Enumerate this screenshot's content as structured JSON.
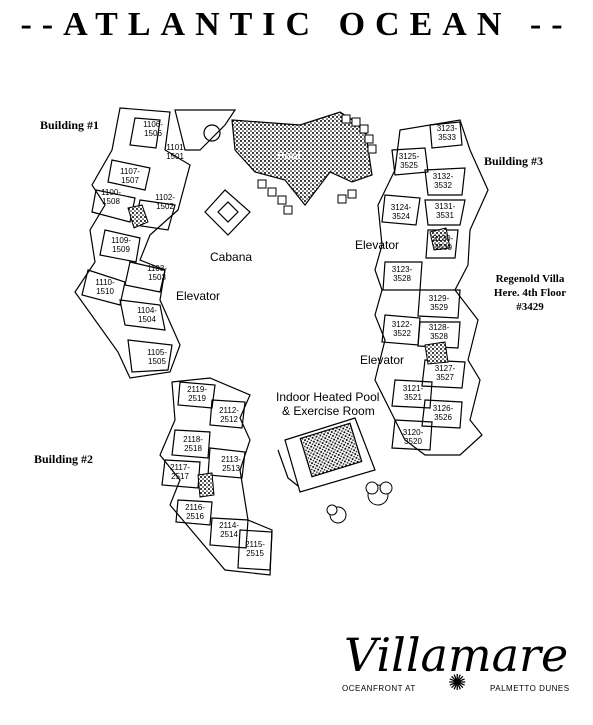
{
  "title": "--ATLANTIC OCEAN --",
  "buildings": {
    "b1": "Building #1",
    "b2": "Building #2",
    "b3": "Building #3"
  },
  "areas": {
    "pool": "Pool",
    "cabana": "Cabana",
    "elevator_left": "Elevator",
    "elevator_right_top": "Elevator",
    "elevator_right_bottom": "Elevator",
    "indoor_pool_line1": "Indoor Heated Pool",
    "indoor_pool_line2": "& Exercise Room"
  },
  "note": {
    "line1": "Regenold Villa",
    "line2": "Here. 4th Floor",
    "line3": "#3429"
  },
  "units": [
    [
      "1106-",
      "1506"
    ],
    [
      "1101",
      "1501"
    ],
    [
      "1107-",
      "1507"
    ],
    [
      "1100-",
      "1508"
    ],
    [
      "1102-",
      "1502"
    ],
    [
      "1109-",
      "1509"
    ],
    [
      "1103-",
      "1503"
    ],
    [
      "1110-",
      "1510"
    ],
    [
      "1104-",
      "1504"
    ],
    [
      "1105-",
      "1505"
    ],
    [
      "2119-",
      "2519"
    ],
    [
      "2112-",
      "2512"
    ],
    [
      "2118-",
      "2518"
    ],
    [
      "2113-",
      "2513"
    ],
    [
      "2117-",
      "2517"
    ],
    [
      "2116-",
      "2516"
    ],
    [
      "2114-",
      "2514"
    ],
    [
      "2115-",
      "2515"
    ],
    [
      "3123-",
      "3533"
    ],
    [
      "3125-",
      "3525"
    ],
    [
      "3132-",
      "3532"
    ],
    [
      "3131-",
      "3531"
    ],
    [
      "3124-",
      "3524"
    ],
    [
      "3130-",
      "3530"
    ],
    [
      "3123-",
      "3528"
    ],
    [
      "3129-",
      "3529"
    ],
    [
      "3122-",
      "3522"
    ],
    [
      "3128-",
      "3528"
    ],
    [
      "3127-",
      "3527"
    ],
    [
      "3121-",
      "3521"
    ],
    [
      "3126-",
      "3526"
    ],
    [
      "3120-",
      "3520"
    ]
  ],
  "brand": {
    "name": "Villamare",
    "tagline_left": "OCEANFRONT AT",
    "tagline_right": "PALMETTO DUNES"
  }
}
